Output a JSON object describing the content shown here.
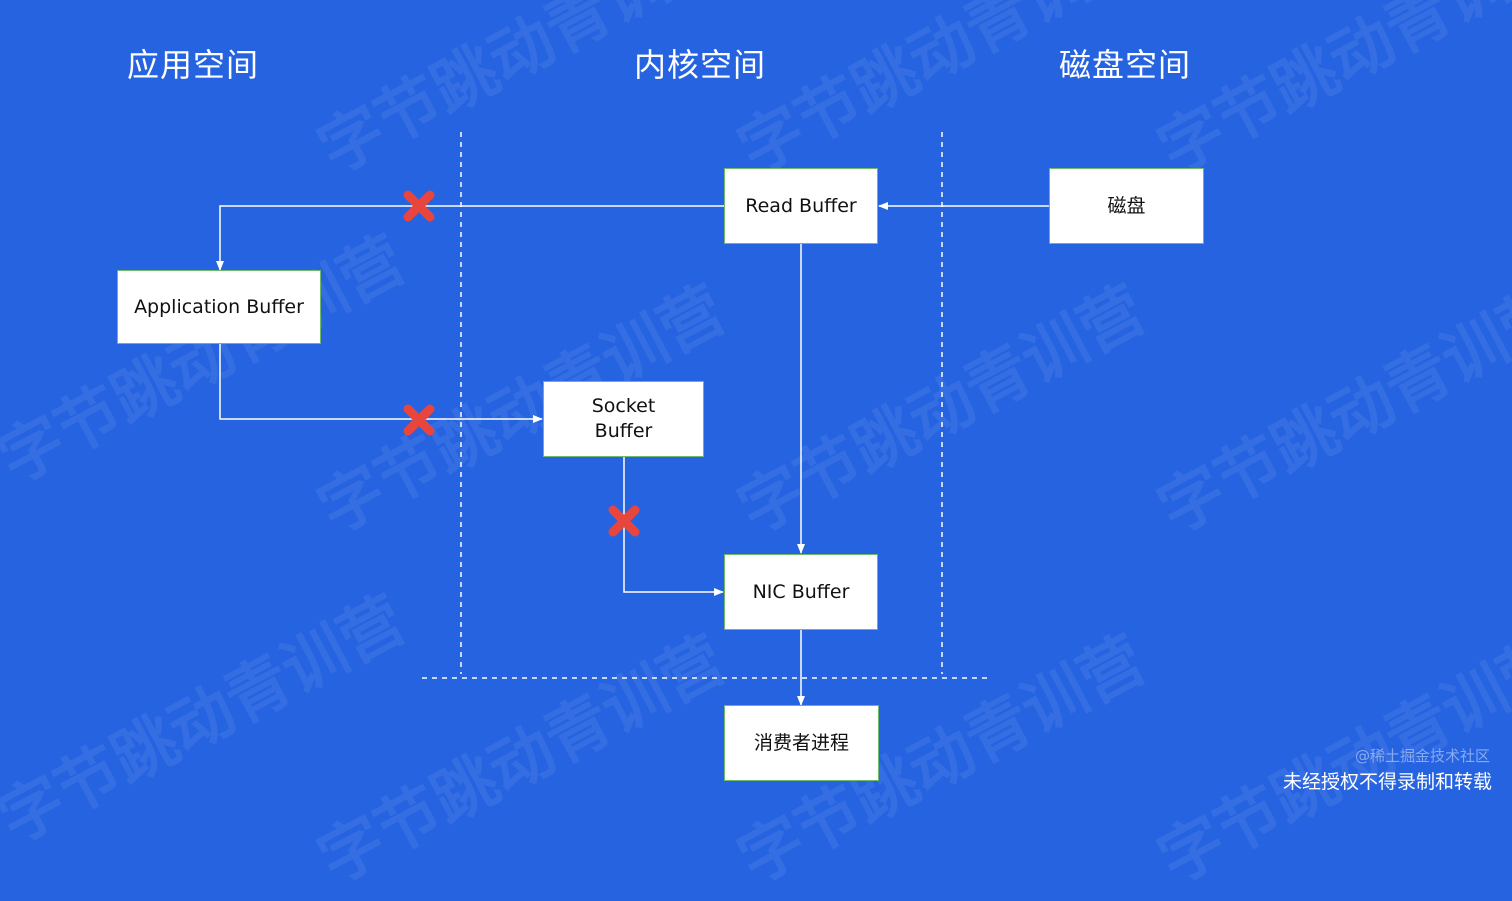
{
  "headings": {
    "app_space": "应用空间",
    "kernel_space": "内核空间",
    "disk_space": "磁盘空间"
  },
  "nodes": {
    "read_buffer": "Read Buffer",
    "disk": "磁盘",
    "application_buffer": "Application Buffer",
    "socket_buffer_line1": "Socket",
    "socket_buffer_line2": "Buffer",
    "nic_buffer": "NIC Buffer",
    "consumer_process": "消费者进程"
  },
  "watermark": "字节跳动青训营",
  "juejin_mark": "@稀土掘金技术社区",
  "footer_note": "未经授权不得录制和转载",
  "colors": {
    "background": "#2563e0",
    "box_fill": "#ffffff",
    "box_border": "#6fb96a",
    "line": "#ffffff",
    "cross": "#e8453c"
  }
}
